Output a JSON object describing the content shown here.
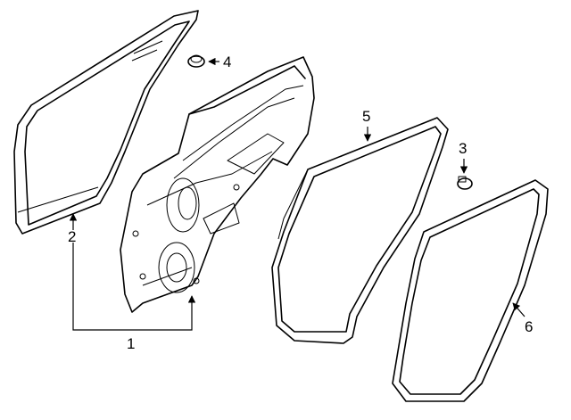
{
  "diagram": {
    "callouts": [
      {
        "id": "c1",
        "label": "1"
      },
      {
        "id": "c2",
        "label": "2"
      },
      {
        "id": "c3",
        "label": "3"
      },
      {
        "id": "c4",
        "label": "4"
      },
      {
        "id": "c5",
        "label": "5"
      },
      {
        "id": "c6",
        "label": "6"
      }
    ],
    "colors": {
      "line": "#000000",
      "background": "#ffffff"
    }
  }
}
